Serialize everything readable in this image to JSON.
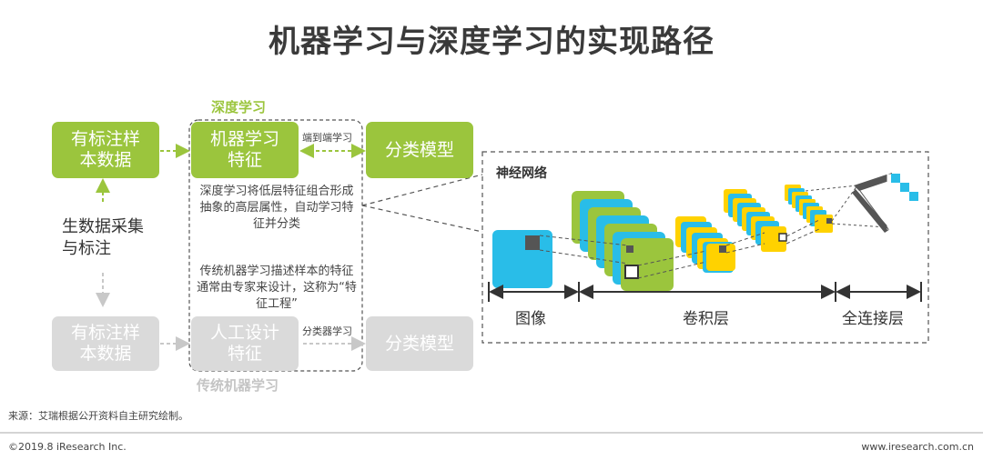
{
  "title": "机器学习与深度学习的实现路径",
  "deep_learning": {
    "label": "深度学习",
    "labeled_data": "有标注样本数据",
    "feature": "机器学习特征",
    "end_to_end": "端到端学习",
    "classifier": "分类模型",
    "description": "深度学习将低层特征组合形成抽象的高层属性，自动学习特征并分类"
  },
  "collection_label": "生数据采集与标注",
  "traditional": {
    "label": "传统机器学习",
    "labeled_data": "有标注样本数据",
    "feature": "人工设计特征",
    "classifier_link": "分类器学习",
    "classifier": "分类模型",
    "description": "传统机器学习描述样本的特征通常由专家来设计，这称为“特征工程”"
  },
  "neural_net": {
    "label": "神经网络",
    "axis_labels": [
      "图像",
      "卷积层",
      "全连接层"
    ]
  },
  "source": "来源：艾瑞根据公开资料自主研究绘制。",
  "copyright": "©2019.8 iResearch Inc.",
  "website": "www.iresearch.com.cn",
  "colors": {
    "green": "#9bc53d",
    "grey": "#dadada",
    "cyan": "#29bde8",
    "yellow": "#ffd200"
  }
}
